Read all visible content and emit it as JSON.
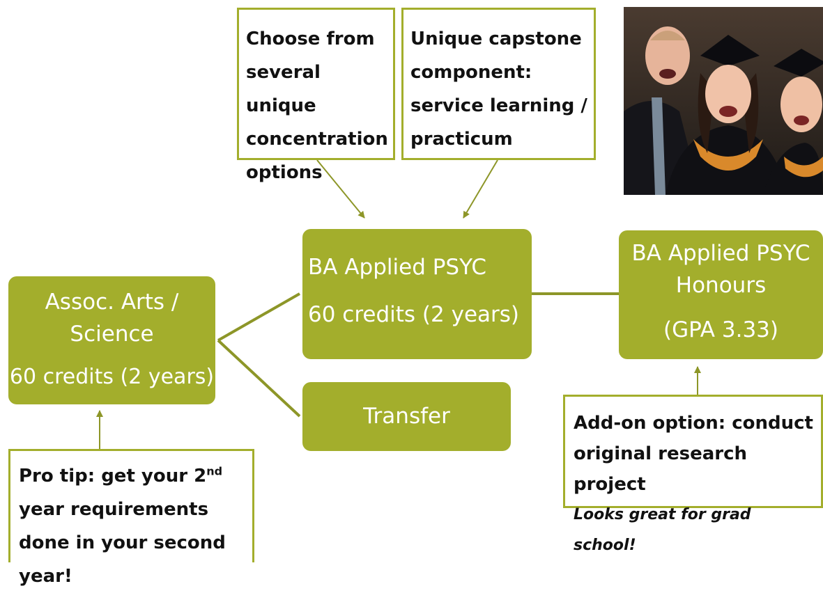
{
  "colors": {
    "node_fill": "#a3ae2c",
    "node_text": "#ffffff",
    "callout_border": "#a3ae2c",
    "callout_text": "#111111",
    "connector": "#8d9628"
  },
  "nodes": {
    "assoc": {
      "line1": "Assoc. Arts /",
      "line2": "Science",
      "line3": "60 credits (2 years)"
    },
    "ba": {
      "line1": "BA Applied PSYC",
      "line2": "60 credits (2 years)"
    },
    "transfer": {
      "label": "Transfer"
    },
    "honours": {
      "line1": "BA Applied PSYC",
      "line2": "Honours",
      "line3": "(GPA 3.33)"
    }
  },
  "callouts": {
    "concentration": {
      "text": "Choose from several unique concentration options"
    },
    "capstone": {
      "text": "Unique capstone component: service learning / practicum"
    },
    "protip": {
      "text_before": "Pro tip: get your 2",
      "superscript": "nd",
      "text_after": " year requirements done in your second year!"
    },
    "addon": {
      "line1": "Add-on option: conduct",
      "line2": "original research project",
      "line3": "Looks great for grad school!"
    }
  },
  "photo": {
    "subject": "graduates-photo"
  }
}
